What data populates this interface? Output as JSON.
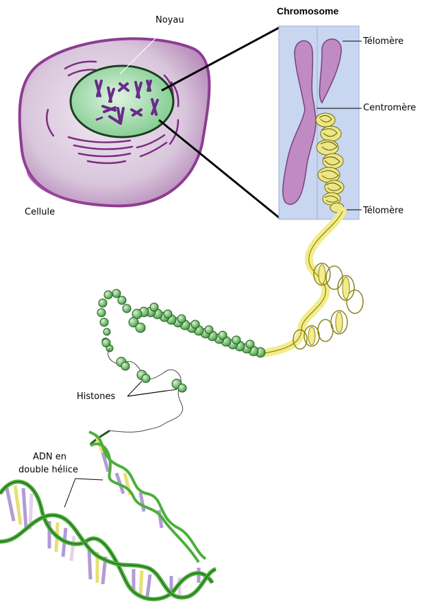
{
  "labels": {
    "chromosome_title": "Chromosome",
    "noyau": "Noyau",
    "cellule": "Cellule",
    "telomere_top": "Télomère",
    "centromere": "Centromère",
    "telomere_bottom": "Télomère",
    "histones": "Histones",
    "adn_line1": "ADN en",
    "adn_line2": "double hélice"
  },
  "colors": {
    "cell_membrane": "#8e3c92",
    "cytoplasm": "#d9c6dc",
    "nucleus": "#a6ddb0",
    "chromosome_fill": "#c08ac3",
    "chromosome_panel": "#c8d6f0",
    "chromatin_yellow": "#f3ec8a",
    "nucleosome_green": "#79c46f",
    "dna_purple": "#b39bd6"
  }
}
